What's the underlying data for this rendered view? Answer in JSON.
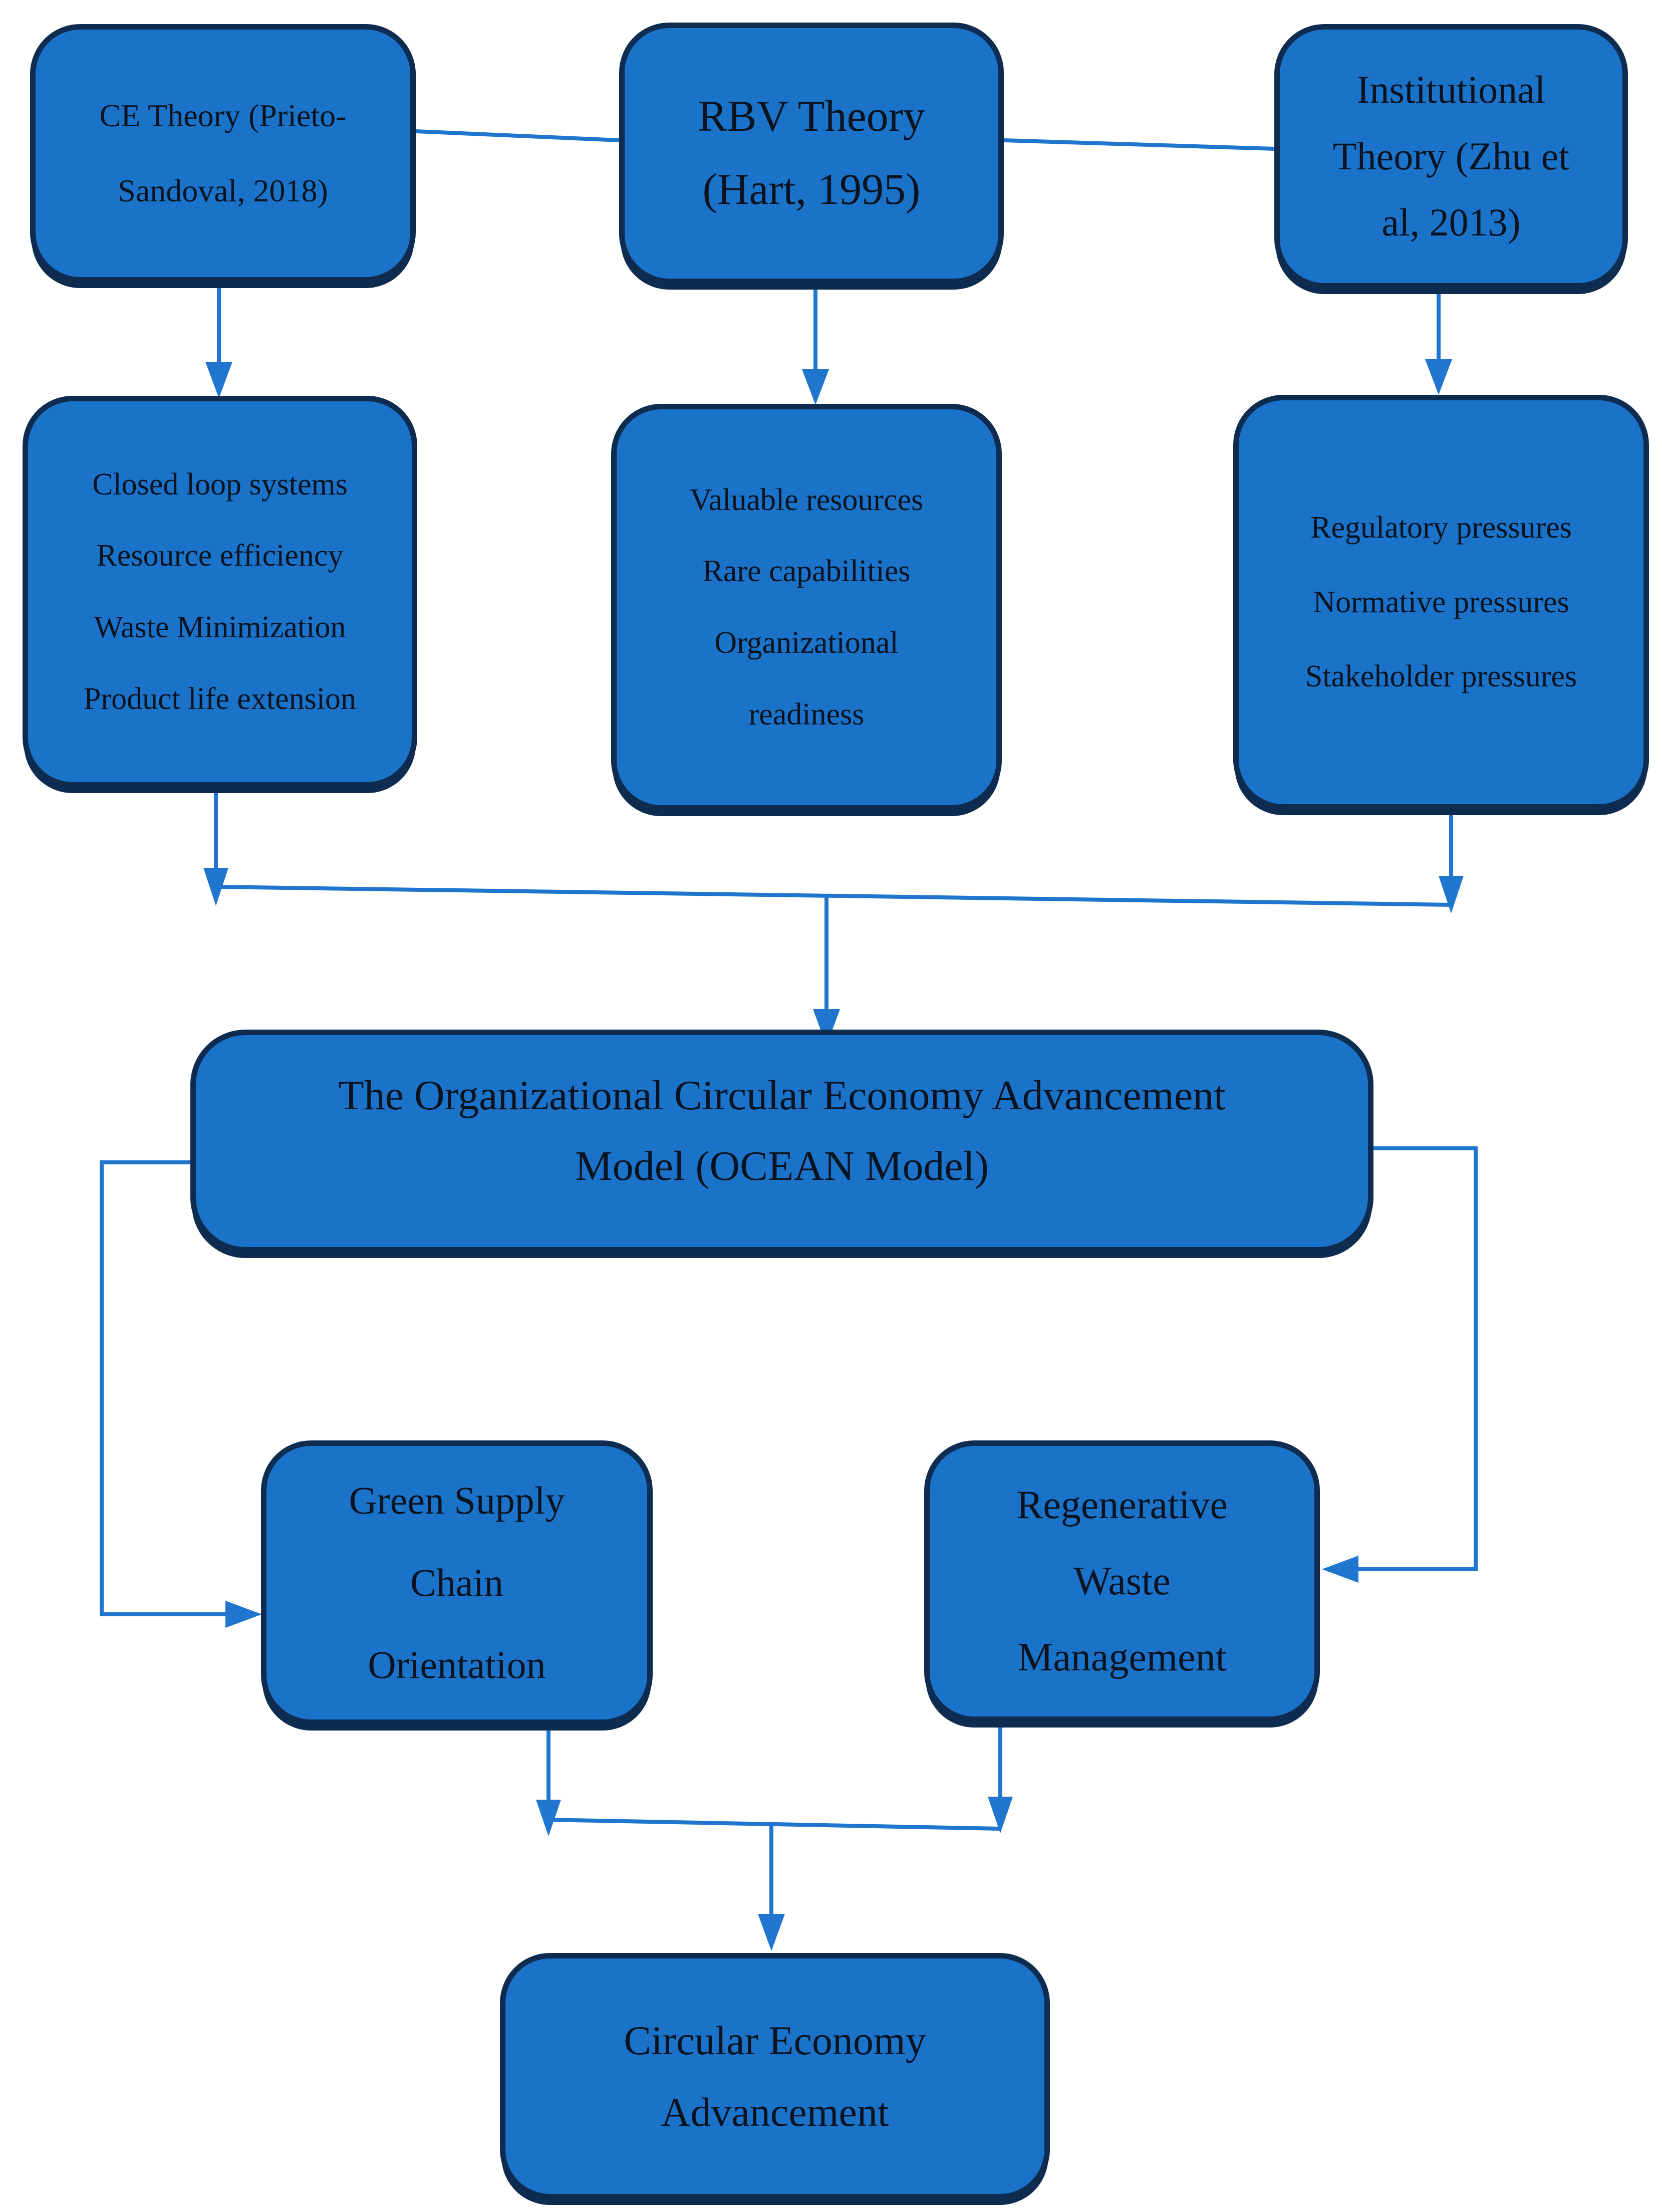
{
  "colors": {
    "box_fill": "#1a73c8",
    "box_border": "#0e2b50",
    "arrow": "#2076ce",
    "text": "#0b1320",
    "background": "#ffffff"
  },
  "boxes": {
    "ce_theory": {
      "lines": [
        "CE Theory (Prieto-",
        "Sandoval, 2018)"
      ]
    },
    "rbv_theory": {
      "lines": [
        "RBV Theory",
        "(Hart, 1995)"
      ]
    },
    "institutional_theory": {
      "lines": [
        "Institutional",
        "Theory (Zhu et",
        "al, 2013)"
      ]
    },
    "ce_factors": {
      "lines": [
        "Closed loop systems",
        "Resource efficiency",
        "Waste Minimization",
        "Product life extension"
      ]
    },
    "rbv_factors": {
      "lines": [
        "Valuable resources",
        "Rare capabilities",
        "Organizational",
        "readiness"
      ]
    },
    "institutional_factors": {
      "lines": [
        "Regulatory pressures",
        "Normative pressures",
        "Stakeholder pressures"
      ]
    },
    "ocean_model": {
      "lines": [
        "The Organizational Circular Economy Advancement",
        "Model (OCEAN Model)"
      ]
    },
    "green_supply_chain": {
      "lines": [
        "Green Supply",
        "Chain",
        "Orientation"
      ]
    },
    "regenerative_waste": {
      "lines": [
        "Regenerative",
        "Waste",
        "Management"
      ]
    },
    "circular_economy_advancement": {
      "lines": [
        "Circular Economy",
        "Advancement"
      ]
    }
  }
}
